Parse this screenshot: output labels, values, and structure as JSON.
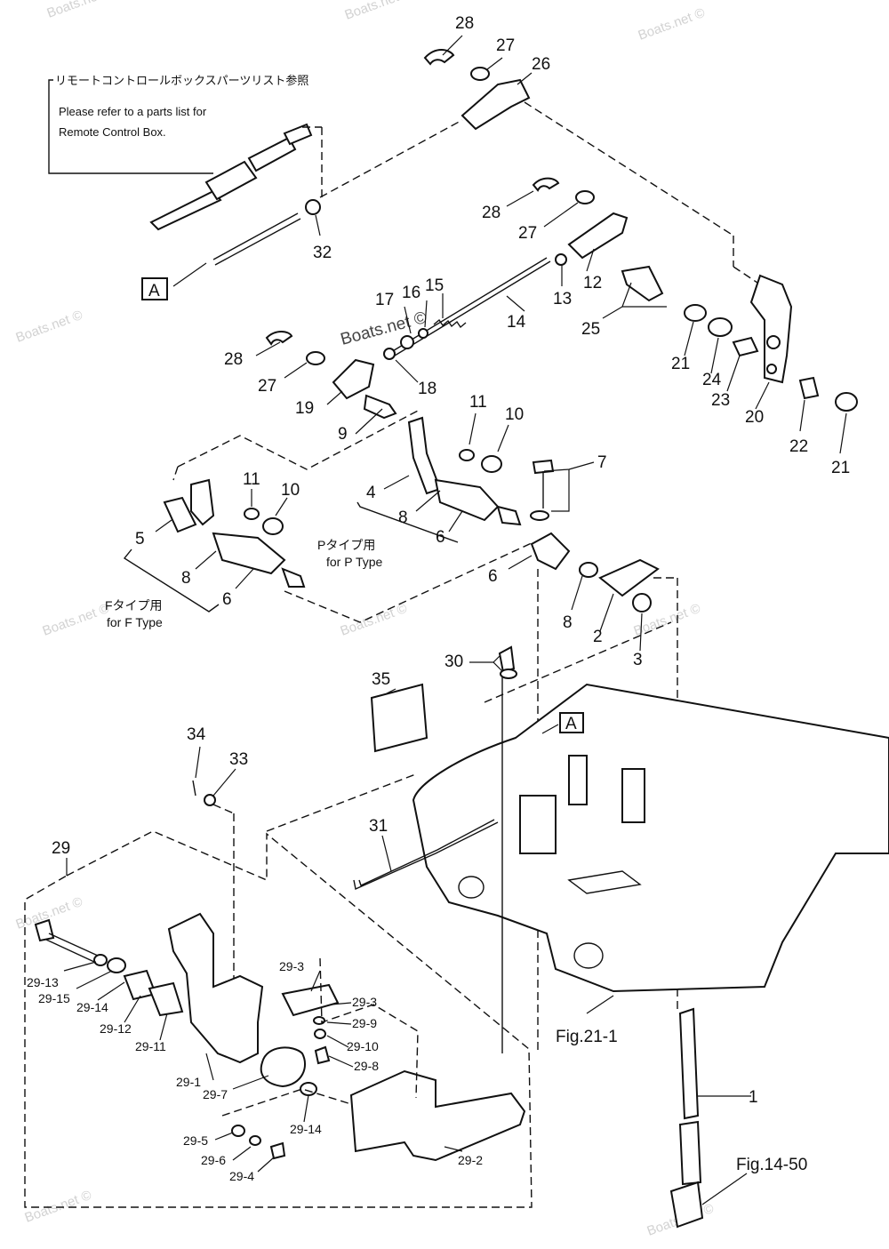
{
  "note": {
    "japanese": "リモートコントロールボックスパーツリスト参照",
    "line1": "Please refer to a parts list for",
    "line2": "Remote Control Box."
  },
  "ref_marker": "A",
  "type_labels": {
    "p_jp": "Pタイプ用",
    "p_en": "for P Type",
    "f_jp": "Fタイプ用",
    "f_en": "for F Type"
  },
  "fig_refs": [
    "Fig.21-1",
    "Fig.14-50"
  ],
  "watermark": "Boats.net ©",
  "watermark_center": "Boats.net ©",
  "part_labels": [
    "28",
    "27",
    "26",
    "32",
    "28",
    "27",
    "12",
    "13",
    "14",
    "17",
    "16",
    "15",
    "25",
    "28",
    "27",
    "18",
    "19",
    "21",
    "24",
    "23",
    "20",
    "22",
    "21",
    "9",
    "11",
    "10",
    "7",
    "4",
    "8",
    "6",
    "11",
    "10",
    "5",
    "8",
    "6",
    "6",
    "8",
    "2",
    "3",
    "30",
    "35",
    "34",
    "33",
    "31",
    "29",
    "1",
    "29-13",
    "29-15",
    "29-14",
    "29-12",
    "29-11",
    "29-3",
    "29-3",
    "29-9",
    "29-10",
    "29-8",
    "29-1",
    "29-7",
    "29-14",
    "29-5",
    "29-6",
    "29-4",
    "29-2"
  ]
}
